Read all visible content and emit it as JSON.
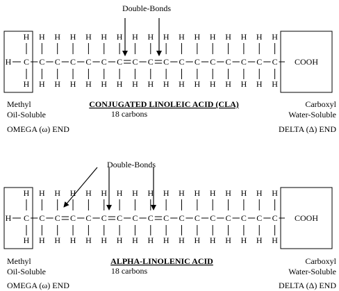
{
  "diagrams": [
    {
      "id": "cla",
      "title": "CONJUGATED LINOLEIC ACID (CLA)",
      "carbons_label": "18 carbons",
      "double_bonds_label": "Double-Bonds",
      "double_bond_after": [
        6,
        8
      ],
      "left_group": {
        "name": "Methyl",
        "solubility": "Oil-Soluble",
        "end": "OMEGA (ω) END"
      },
      "right_group": {
        "name": "Carboxyl",
        "solubility": "Water-Soluble",
        "end": "DELTA (Δ) END",
        "formula": "COOH"
      }
    },
    {
      "id": "ala",
      "title": "ALPHA-LINOLENIC ACID",
      "carbons_label": "18 carbons",
      "double_bonds_label": "Double-Bonds",
      "double_bond_after": [
        2,
        5,
        8
      ],
      "left_group": {
        "name": "Methyl",
        "solubility": "Oil-Soluble",
        "end": "OMEGA (ω) END"
      },
      "right_group": {
        "name": "Carboxyl",
        "solubility": "Water-Soluble",
        "end": "DELTA (Δ) END",
        "formula": "COOH"
      }
    }
  ],
  "atoms": {
    "carbon": "C",
    "hydrogen": "H"
  }
}
